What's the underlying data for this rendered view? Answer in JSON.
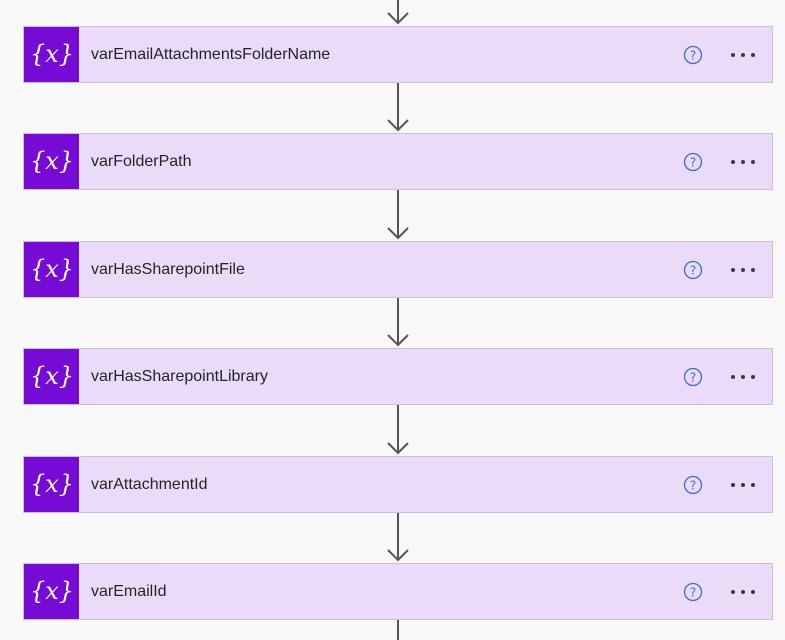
{
  "flow": {
    "steps": [
      {
        "name": "varEmailAttachmentsFolderName",
        "icon": "variable-icon"
      },
      {
        "name": "varFolderPath",
        "icon": "variable-icon"
      },
      {
        "name": "varHasSharepointFile",
        "icon": "variable-icon"
      },
      {
        "name": "varHasSharepointLibrary",
        "icon": "variable-icon"
      },
      {
        "name": "varAttachmentId",
        "icon": "variable-icon"
      },
      {
        "name": "varEmailId",
        "icon": "variable-icon"
      }
    ],
    "icons": {
      "help": "help-circle-icon",
      "more": "more-options-icon",
      "connector": "down-arrow-icon"
    },
    "colors": {
      "card_background": "#eadcf8",
      "icon_background": "#770bd6",
      "help_icon": "#3b6ccf",
      "connector": "#555555"
    }
  }
}
